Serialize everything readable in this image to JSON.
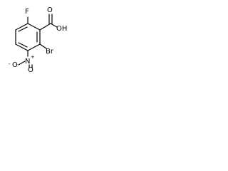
{
  "molecule": {
    "atoms": {
      "fluorine": "F",
      "hydroxyl": "OH",
      "carbonyl_oxygen": "O",
      "bromine": "Br",
      "nitro_nitrogen": "N",
      "nitro_oxygen_top": "O",
      "nitro_oxygen_left": "O"
    },
    "charges": {
      "nitro_nitrogen": "+",
      "nitro_oxygen_left": "-"
    }
  }
}
